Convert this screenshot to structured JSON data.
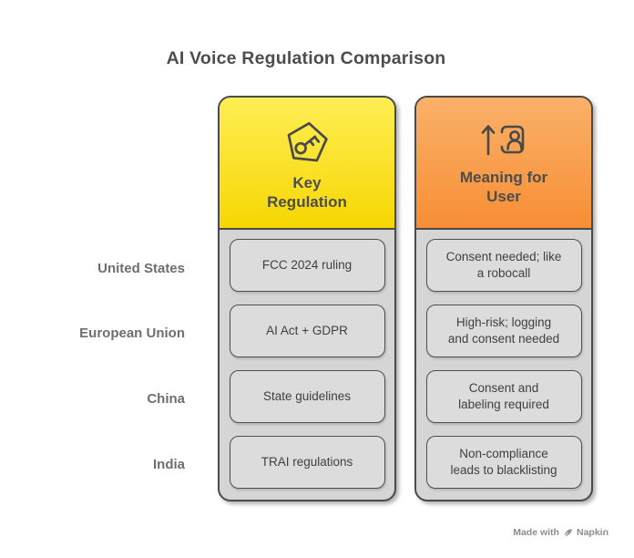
{
  "title": "AI Voice Regulation Comparison",
  "rows": [
    "United States",
    "European Union",
    "China",
    "India"
  ],
  "columns": [
    {
      "id": "key-regulation",
      "label": "Key\nRegulation",
      "icon": "key-pentagon-icon",
      "cells": [
        "FCC 2024 ruling",
        "AI Act + GDPR",
        "State guidelines",
        "TRAI regulations"
      ]
    },
    {
      "id": "meaning-for-user",
      "label": "Meaning for\nUser",
      "icon": "user-upload-icon",
      "cells": [
        "Consent needed; like\na robocall",
        "High-risk; logging\nand consent needed",
        "Consent and\nlabeling required",
        "Non-compliance\nleads to blacklisting"
      ]
    }
  ],
  "footer": {
    "made_with": "Made with",
    "brand": "Napkin",
    "icon": "pen-icon"
  },
  "colors": {
    "background": "#ffffff",
    "title_text": "#4d4d4d",
    "row_label_text": "#6e6e6e",
    "border_dark": "#4a4a4a",
    "column_body": "#d5d5d5",
    "cell_bg": "#dcdcdc",
    "cell_border": "#4e4e4e",
    "cell_text": "#3f3f3f",
    "yellow_top": "#ffee55",
    "yellow_bottom": "#f6d703",
    "orange_top": "#fab168",
    "orange_bottom": "#f78e35",
    "footer_text": "#8d8d8d"
  }
}
